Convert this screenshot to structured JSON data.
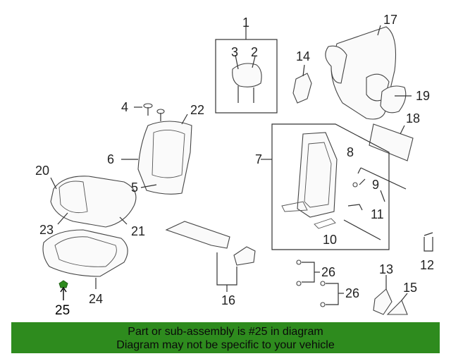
{
  "callouts": [
    {
      "id": "c1",
      "text": "1"
    },
    {
      "id": "c2",
      "text": "2"
    },
    {
      "id": "c3",
      "text": "3"
    },
    {
      "id": "c4",
      "text": "4"
    },
    {
      "id": "c5",
      "text": "5"
    },
    {
      "id": "c6",
      "text": "6"
    },
    {
      "id": "c7",
      "text": "7"
    },
    {
      "id": "c8",
      "text": "8"
    },
    {
      "id": "c9",
      "text": "9"
    },
    {
      "id": "c10",
      "text": "10"
    },
    {
      "id": "c11",
      "text": "11"
    },
    {
      "id": "c12",
      "text": "12"
    },
    {
      "id": "c13",
      "text": "13"
    },
    {
      "id": "c14",
      "text": "14"
    },
    {
      "id": "c15",
      "text": "15"
    },
    {
      "id": "c16",
      "text": "16"
    },
    {
      "id": "c17",
      "text": "17"
    },
    {
      "id": "c18",
      "text": "18"
    },
    {
      "id": "c19",
      "text": "19"
    },
    {
      "id": "c20",
      "text": "20"
    },
    {
      "id": "c21",
      "text": "21"
    },
    {
      "id": "c22",
      "text": "22"
    },
    {
      "id": "c23",
      "text": "23"
    },
    {
      "id": "c24",
      "text": "24"
    },
    {
      "id": "c25",
      "text": "25"
    },
    {
      "id": "c26a",
      "text": "26"
    },
    {
      "id": "c26b",
      "text": "26"
    }
  ],
  "banner": {
    "line1": "Part or sub-assembly is #25 in diagram",
    "line2": "Diagram may not be specific to your vehicle",
    "color": "#2e8b1e"
  },
  "highlight_color": "#2e8b1e"
}
